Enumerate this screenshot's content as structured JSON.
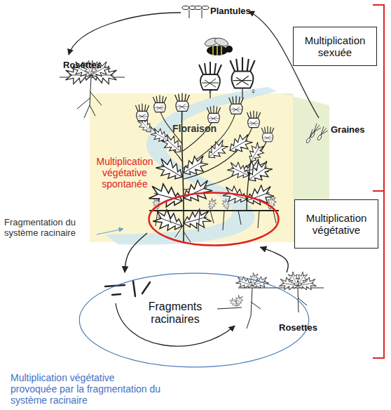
{
  "diagram": {
    "nodes": [
      {
        "text": [
          "Multiplication sexuée"
        ]
      },
      {
        "text": [
          "Multiplication végétative spontanée"
        ]
      },
      {
        "text": [
          "Multiplication végétative"
        ]
      },
      {
        "text": [
          "Fragments racinaires",
          "Rosettes",
          "Multiplication végétative provoquée par la fragmentation du système racinaire"
        ]
      }
    ],
    "edges": [
      {
        "from": 1,
        "to": 3,
        "arrow": "to"
      },
      {
        "from": 3,
        "to": 1,
        "arrow": "to"
      }
    ],
    "labels": [
      "Plantules",
      "Rosettes",
      "♂",
      "♀",
      "Floraison",
      "Graines",
      "Fragmentation du système racinaire"
    ]
  }
}
